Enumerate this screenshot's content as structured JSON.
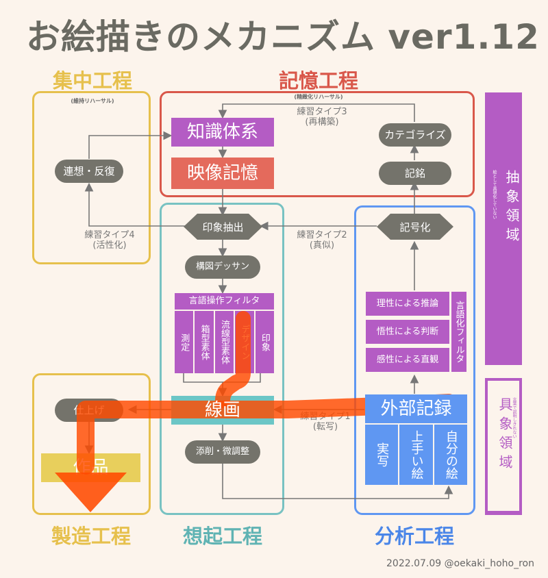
{
  "title": "お絵描きのメカニズム ver1.12",
  "regions": {
    "concentrate": {
      "label": "集中工程",
      "sub": "(維持リハーサル)"
    },
    "memory": {
      "label": "記憶工程",
      "sub": "(精緻化リハーサル)"
    },
    "recall": {
      "label": "想起工程"
    },
    "analysis": {
      "label": "分析工程"
    },
    "production": {
      "label": "製造工程"
    }
  },
  "nodes": {
    "knowledge": "知識体系",
    "image_memory": "映像記憶",
    "categorize": "カテゴライズ",
    "memorize": "記銘",
    "association": "連想・反復",
    "impression": "印象抽出",
    "encode": "記号化",
    "composition": "構図デッサン",
    "language_filter": "言語操作フィルタ",
    "filter_cols": [
      "測定",
      "箱型素体",
      "流線型素体",
      "デザイン",
      "印象"
    ],
    "reason": "理性による推論",
    "insight": "悟性による判断",
    "sense": "感性による直観",
    "verbal_filter": "言語化フィルタ",
    "lineart": "線画",
    "external": "外部記録",
    "external_cols": [
      "実写",
      "上手い絵",
      "自分の絵"
    ],
    "finish": "仕上げ",
    "correction": "添削・微調整",
    "work": "作品"
  },
  "practice": {
    "type3": [
      "練習タイプ3",
      "(再構築)"
    ],
    "type4": [
      "練習タイプ4",
      "(活性化)"
    ],
    "type2": [
      "練習タイプ2",
      "(真似)"
    ],
    "type1": [
      "練習タイプ1",
      "(転写)"
    ]
  },
  "side": {
    "abstract": "抽象領域",
    "abstract_note": "絵として具現化していない",
    "concrete": "具象領域",
    "concrete_note": "言葉で説明しきれない"
  },
  "footer": "2022.07.09 @oekaki_hoho_ron",
  "colors": {
    "concentrate": "#e6c04c",
    "memory": "#d9574a",
    "recall": "#78c2c2",
    "analysis": "#5f97f2",
    "production": "#e6c04c",
    "purple": "#b45cc4",
    "node": "#74736b",
    "highlight": "#ff4a00"
  }
}
